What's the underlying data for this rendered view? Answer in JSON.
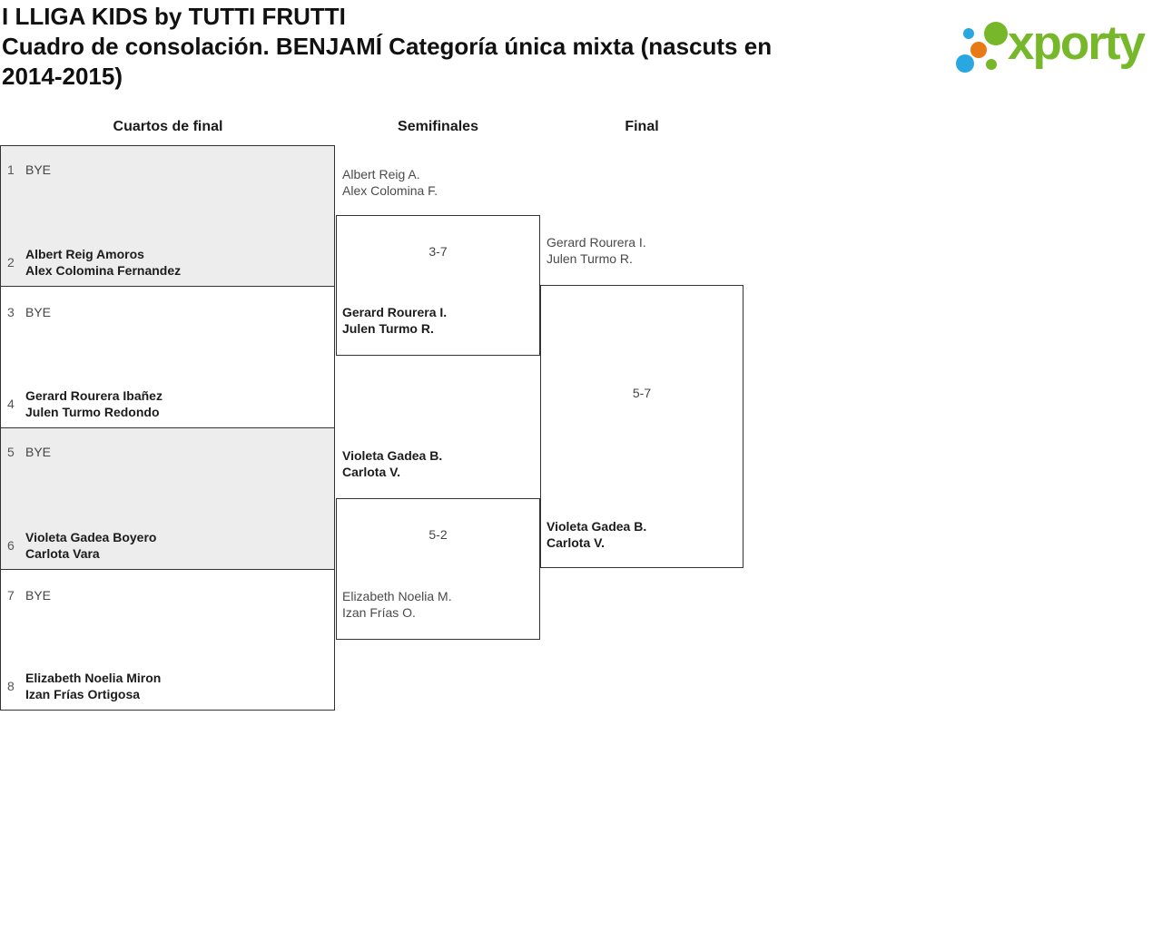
{
  "header": {
    "title_line1": "I LLIGA KIDS by TUTTI FRUTTI",
    "title_line2": "Cuadro de consolación. BENJAMÍ Categoría única mixta (nascuts en",
    "title_line3": "2014-2015)"
  },
  "logo": {
    "text": "xporty",
    "green": "#76b82a",
    "blue": "#29a7e0",
    "orange": "#e87a16"
  },
  "columns": {
    "quarterfinals": "Cuartos de final",
    "semifinals": "Semifinales",
    "final": "Final"
  },
  "quarterfinals": [
    {
      "seed_top": "1",
      "top": "BYE",
      "seed_bottom": "2",
      "bottom_line1": "Albert Reig Amoros",
      "bottom_line2": "Alex Colomina Fernandez"
    },
    {
      "seed_top": "3",
      "top": "BYE",
      "seed_bottom": "4",
      "bottom_line1": "Gerard Rourera Ibañez",
      "bottom_line2": "Julen Turmo Redondo"
    },
    {
      "seed_top": "5",
      "top": "BYE",
      "seed_bottom": "6",
      "bottom_line1": "Violeta Gadea Boyero",
      "bottom_line2": "Carlota Vara"
    },
    {
      "seed_top": "7",
      "top": "BYE",
      "seed_bottom": "8",
      "bottom_line1": "Elizabeth Noelia Miron",
      "bottom_line2": "Izan Frías Ortigosa"
    }
  ],
  "semifinals": [
    {
      "top_line1": "Albert Reig A.",
      "top_line2": "Alex Colomina F.",
      "top_winner": false,
      "score": "3-7",
      "bottom_line1": "Gerard Rourera I.",
      "bottom_line2": "Julen Turmo R.",
      "bottom_winner": true
    },
    {
      "top_line1": "Violeta Gadea B.",
      "top_line2": "Carlota V.",
      "top_winner": true,
      "score": "5-2",
      "bottom_line1": "Elizabeth Noelia M.",
      "bottom_line2": "Izan Frías O.",
      "bottom_winner": false
    }
  ],
  "final": {
    "top_line1": "Gerard Rourera I.",
    "top_line2": "Julen Turmo R.",
    "top_winner": false,
    "score": "5-7",
    "bottom_line1": "Violeta Gadea B.",
    "bottom_line2": "Carlota V.",
    "bottom_winner": true
  }
}
